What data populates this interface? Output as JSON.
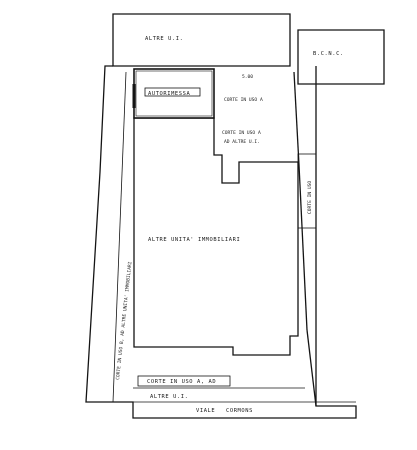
{
  "labels": {
    "altre_uiu_top": "ALTRE U.I.",
    "bcnc": "B.C.N.C.",
    "autorimessa": "AUTORIMESSA",
    "dimension": "5.00",
    "corte_uso_a": "CORTE IN USO A",
    "corte_uso_altre_top": "CORTE IN USO A",
    "corte_uso_altre_top2": "AD ALTRE U.I.",
    "altre_unita_immobiliari": "ALTRE UNITA' IMMOBILIARI",
    "corte_left": "CORTE IN USO B, AD ALTRE UNITA' IMMOBILIARI",
    "corte_bottom": "CORTE IN USO A, AD",
    "altre_uiu_bottom": "ALTRE U.I.",
    "viale": "VIALE",
    "cormons": "CORMONS",
    "right_box": "CORTE IN USO"
  }
}
